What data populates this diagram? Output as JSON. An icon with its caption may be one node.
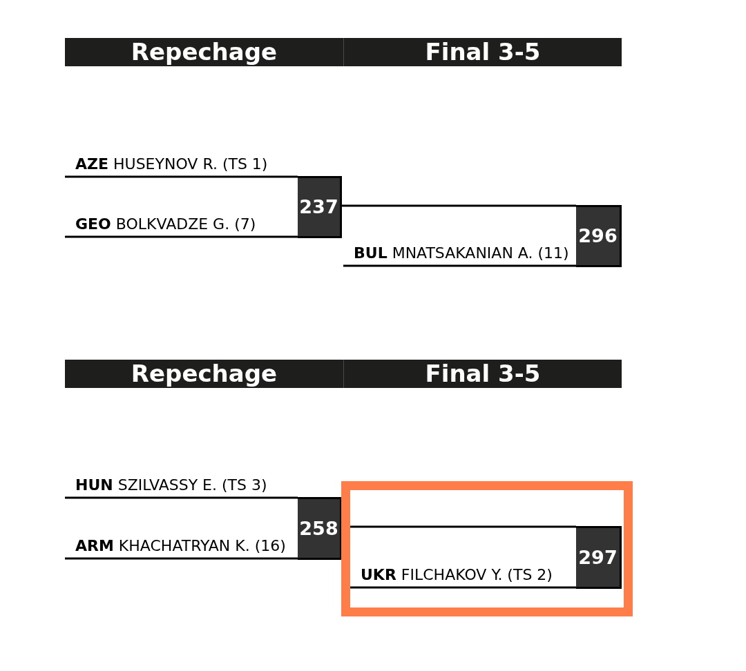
{
  "diagram": {
    "nodes": [
      {
        "text": [
          "Repechage"
        ]
      },
      {
        "text": [
          "Final 3-5"
        ]
      },
      {
        "text": [
          "**AZE** HUSEYNOV R. (TS 1)"
        ]
      },
      {
        "text": [
          "**GEO** BOLKVADZE G. (7)"
        ]
      },
      {
        "text": [
          "237"
        ]
      },
      {
        "text": [
          "**BUL** MNATSAKANIAN A. (11)"
        ]
      },
      {
        "text": [
          "296"
        ]
      },
      {
        "text": [
          "Repechage"
        ]
      },
      {
        "text": [
          "Final 3-5"
        ]
      },
      {
        "text": [
          "**HUN** SZILVASSY E. (TS 3)"
        ]
      },
      {
        "text": [
          "**ARM** KHACHATRYAN K. (16)"
        ]
      },
      {
        "text": [
          "258"
        ]
      },
      {
        "text": [],
        "shape": "box"
      },
      {
        "text": [
          "**UKR** FILCHAKOV Y. (TS 2)"
        ],
        "in": 12
      },
      {
        "text": [
          "297"
        ],
        "in": 12
      }
    ],
    "edges": [
      {
        "from": 2,
        "to": 4,
        "arrow": "none"
      },
      {
        "from": 3,
        "to": 4,
        "arrow": "none"
      },
      {
        "from": 4,
        "to": 6,
        "arrow": "none"
      },
      {
        "from": 5,
        "to": 6,
        "arrow": "none"
      },
      {
        "from": 9,
        "to": 11,
        "arrow": "none"
      },
      {
        "from": 10,
        "to": 11,
        "arrow": "none"
      },
      {
        "from": 11,
        "to": 14,
        "arrow": "none"
      },
      {
        "from": 13,
        "to": 14,
        "arrow": "none"
      }
    ]
  }
}
